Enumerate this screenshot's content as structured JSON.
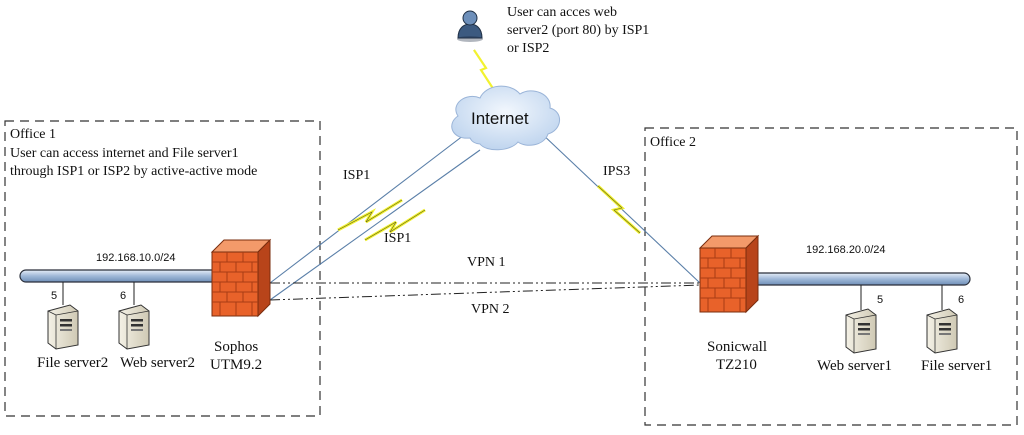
{
  "internet": {
    "label": "Internet"
  },
  "user_note": {
    "lines": [
      "User can acces web",
      "server2 (port 80)  by ISP1",
      "or ISP2"
    ]
  },
  "office1": {
    "title": "Office 1",
    "note_lines": [
      "User can access internet and File server1",
      "through ISP1  or ISP2 by active-active mode"
    ],
    "subnet": "192.168.10.0/24",
    "firewall": {
      "lines": [
        "Sophos",
        "UTM9.2"
      ]
    },
    "servers": [
      {
        "port": "5",
        "label": "File server2"
      },
      {
        "port": "6",
        "label": "Web server2"
      }
    ]
  },
  "office2": {
    "title": "Office 2",
    "subnet": "192.168.20.0/24",
    "firewall": {
      "lines": [
        "Sonicwall",
        "TZ210"
      ]
    },
    "servers": [
      {
        "port": "5",
        "label": "Web server1"
      },
      {
        "port": "6",
        "label": "File server1"
      }
    ]
  },
  "links": {
    "isp1_a": "ISP1",
    "isp1_b": "ISP1",
    "isp3": "IPS3",
    "vpn1": "VPN 1",
    "vpn2": "VPN 2"
  },
  "colors": {
    "firewall": "#e8622a",
    "firewall_dark": "#b8441a",
    "bus": "#9fb8d8",
    "bus_edge": "#2a2f3a",
    "cloud": "#c9dcf1",
    "link": "#5a7fa8",
    "lightning": "#f2f230",
    "box_dash": "#333333"
  },
  "icons": {
    "user": "user-icon",
    "cloud": "cloud-icon",
    "firewall": "firewall-icon",
    "server": "server-icon"
  }
}
